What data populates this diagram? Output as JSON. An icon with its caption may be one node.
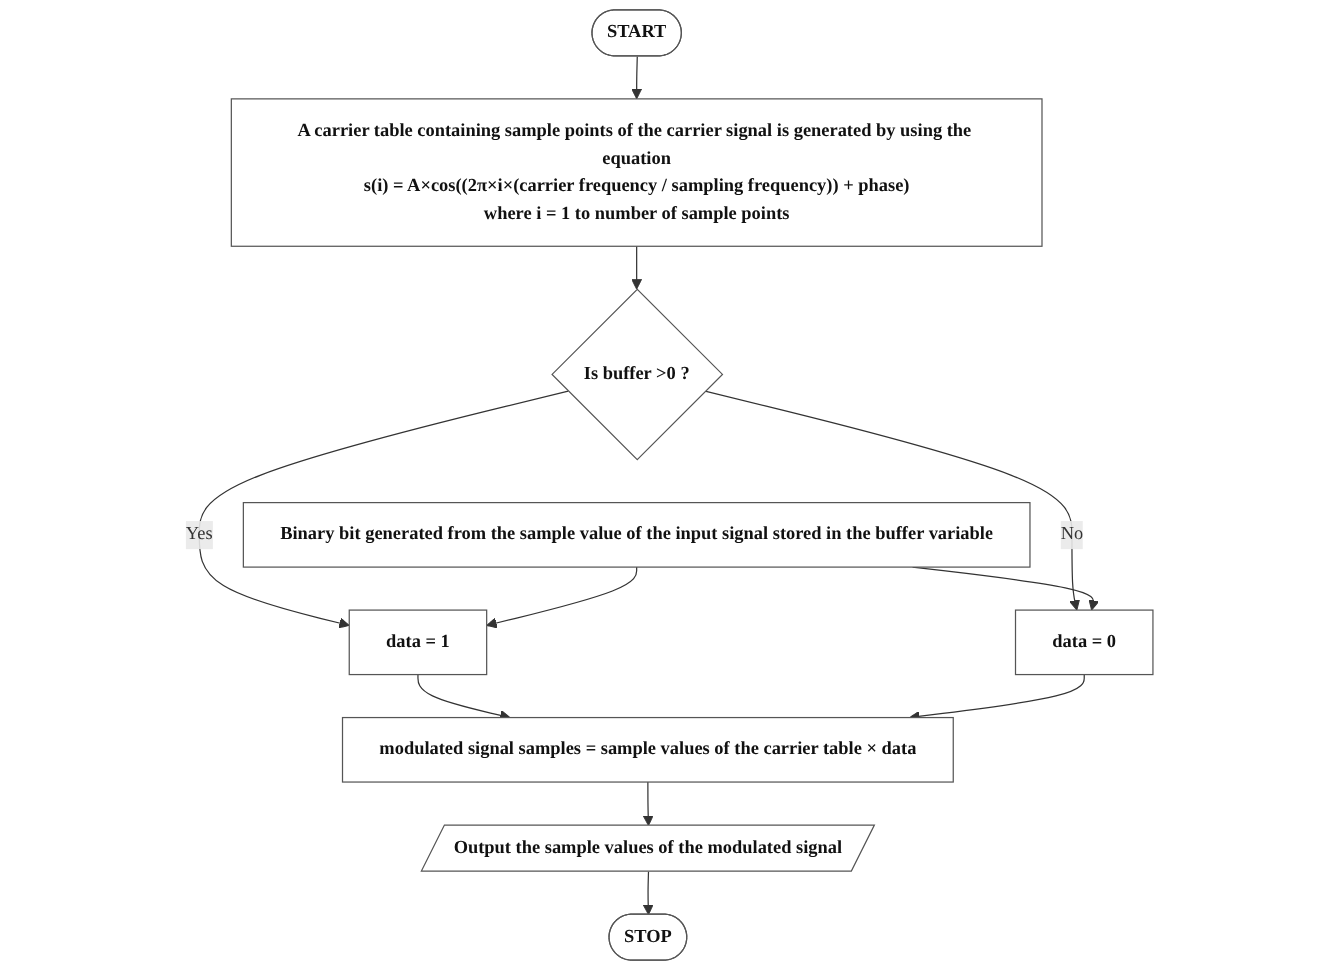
{
  "diagram": {
    "nodes": [
      {
        "text": [
          "START"
        ]
      },
      {
        "text": [
          "A carrier table containing sample points of the carrier signal is generated by using the equation",
          "s(i) = A×cos((2π×i×(carrier frequency / sampling frequency)) + phase)",
          "where i = 1 to number of sample points"
        ]
      },
      {
        "text": [
          "Is buffer >0 ?"
        ]
      },
      {
        "text": [
          "data = 1"
        ]
      },
      {
        "text": [
          "Binary bit generated from the sample value of the input signal stored in the buffer variable"
        ]
      },
      {
        "text": [
          "data = 0"
        ]
      },
      {
        "text": [
          "modulated signal samples = sample values of the carrier table × data"
        ]
      },
      {
        "text": [
          "Output the sample values of the modulated signal"
        ]
      },
      {
        "text": [
          "STOP"
        ]
      }
    ],
    "edges": [
      {
        "from": 0,
        "to": 1,
        "arrow": "to"
      },
      {
        "from": 1,
        "to": 2,
        "arrow": "to"
      },
      {
        "from": 2,
        "to": 3,
        "label": "Yes",
        "arrow": "to"
      },
      {
        "from": 2,
        "to": 5,
        "label": "No",
        "arrow": "to"
      },
      {
        "from": 4,
        "to": 3,
        "arrow": "to"
      },
      {
        "from": 4,
        "to": 5,
        "arrow": "to"
      },
      {
        "from": 3,
        "to": 6,
        "arrow": "to"
      },
      {
        "from": 5,
        "to": 6,
        "arrow": "to"
      },
      {
        "from": 6,
        "to": 7,
        "arrow": "to"
      },
      {
        "from": 7,
        "to": 8,
        "arrow": "to"
      }
    ]
  }
}
